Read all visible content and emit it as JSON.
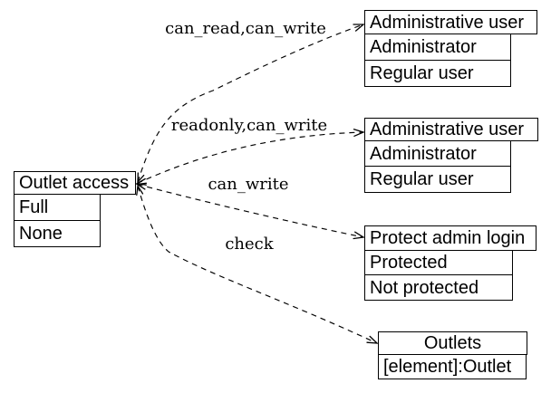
{
  "diagram": {
    "background": "#ffffff",
    "stroke_color": "#000000",
    "text_color": "#000000",
    "edge_style": "dashed",
    "arrow_style": "open-vee-both-ends"
  },
  "nodes": [
    {
      "id": "outlet-access",
      "title": "Outlet access",
      "rows": [
        "Full",
        "None"
      ]
    },
    {
      "id": "administrative-user-top",
      "title": "Administrative user",
      "rows": [
        "Administrator",
        "Regular user"
      ]
    },
    {
      "id": "administrative-user-middle",
      "title": "Administrative user",
      "rows": [
        "Administrator",
        "Regular user"
      ]
    },
    {
      "id": "protect-admin-login",
      "title": "Protect admin login",
      "rows": [
        "Protected",
        "Not protected"
      ]
    },
    {
      "id": "outlets",
      "title": "Outlets",
      "rows": [
        "[element]:Outlet"
      ]
    }
  ],
  "edges": [
    {
      "from": "Outlet access",
      "to": "Administrative user (top)",
      "label": "can_read,can_write"
    },
    {
      "from": "Outlet access",
      "to": "Administrative user (middle)",
      "label": "readonly,can_write"
    },
    {
      "from": "Outlet access",
      "to": "Protect admin login",
      "label": "can_write"
    },
    {
      "from": "Outlet access",
      "to": "Outlets",
      "label": "check"
    }
  ]
}
